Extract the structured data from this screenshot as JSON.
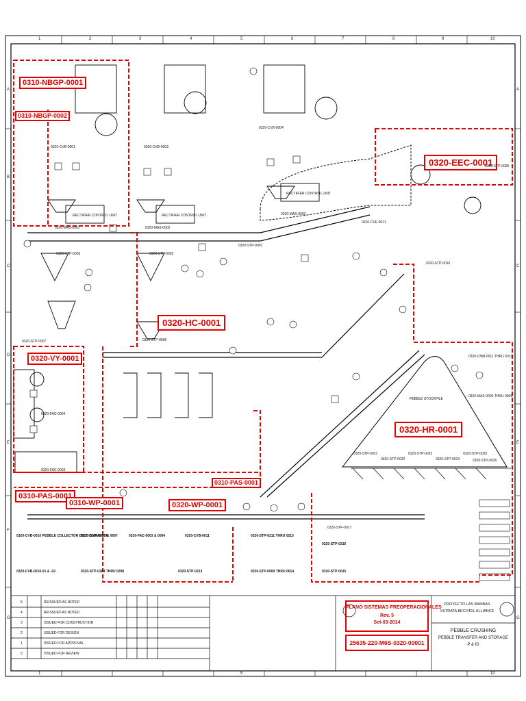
{
  "columns": [
    "1",
    "2",
    "3",
    "4",
    "5",
    "6",
    "7",
    "8",
    "9",
    "10"
  ],
  "rows": [
    "A",
    "B",
    "C",
    "D",
    "E",
    "F",
    "G"
  ],
  "tags": [
    {
      "id": "nbgp1",
      "text": "0310-NBGP-0001"
    },
    {
      "id": "nbgp2",
      "text": "0310-NBGP-0002"
    },
    {
      "id": "eec",
      "text": "0320-EEC-0001"
    },
    {
      "id": "hc",
      "text": "0320-HC-0001"
    },
    {
      "id": "vy",
      "text": "0320-VY-0001"
    },
    {
      "id": "hr",
      "text": "0320-HR-0001"
    },
    {
      "id": "pas1",
      "text": "0310-PAS-0001"
    },
    {
      "id": "pas2",
      "text": "0310-PAS-0001"
    },
    {
      "id": "wp1",
      "text": "0310-WP-0001"
    },
    {
      "id": "wp2",
      "text": "0320-WP-0001"
    }
  ],
  "labels": {
    "cvb1": "0320-CVB-0001",
    "cvb3": "0320-CVB-0003",
    "cvb4": "0320-CVB-0004",
    "rectifier1": "RECTIFIER CONTROL UNIT",
    "rectifier2": "RECTIFIER CONTROL UNIT",
    "rectifier3": "RECTIFIER CONTROL UNIT",
    "mas1": "0320-MAS-0001",
    "mas2": "0320-MAS-0002",
    "mas3": "0320-MAS-0003",
    "stp3": "0320-STP-0003",
    "stp2": "0320-STP-0002",
    "stp1": "0320-STP-0001",
    "stp7": "0320-STP-0007",
    "stp6": "0320-STP-0006",
    "stp5": "0320-STP-0005",
    "stp16": "0320-STP-0016",
    "stp17": "0320-STP-0017",
    "cve": "0320-CVE-0011",
    "fac4": "0320-FAC-0004",
    "fac3": "0320-FAC-0003",
    "pebble_pile": "PEBBLE STOCKPILE",
    "cnm_range": "0320-CNM-0011 THRU 0013",
    "mas_range": "0320-MAS-0006 THRU 0008",
    "pile_feeders": [
      "0320-STP-0021",
      "0320-STP-0022",
      "0320-STP-0023",
      "0320-STP-0024",
      "0320-STP-0025",
      "0320-STP-0026"
    ],
    "bottom_equipment": [
      "0320-CVB-0010 PEBBLE COLLECTOR BELT CONVEYOR",
      "0320-SLW-0006 & 0007",
      "0320-FAC-0003 & 0004",
      "0320-CVB-0011",
      "0320-STP-0211 THRU 0215",
      "0320-STP-0216"
    ],
    "bottom_equipment2": [
      "0320-CVB-0010-01 & -02",
      "0320-STP-0204 THRU 0208",
      "0320-STP-0213",
      "0320-STP-0009 THRU 0014",
      "0320-STP-0015"
    ]
  },
  "title_block": {
    "status_title": "PLANO SISTEMAS PREOPERACIONALES",
    "rev": "Rev. 5",
    "date": "Set-03-2014",
    "drawing_no": "25635-220-M6S-0320-00001",
    "project": "PROYECTO LAS BAMBAS",
    "company": "XSTRATA BECHTEL ALLIANCE",
    "title": "PEBBLE CRUSHING",
    "subtitle": "PEBBLE TRANSFER AND STORAGE",
    "sheet": "P & ID"
  },
  "revisions": [
    {
      "rev": "5",
      "desc": "REISSUED AS NOTED"
    },
    {
      "rev": "4",
      "desc": "REISSUED AS NOTED"
    },
    {
      "rev": "3",
      "desc": "ISSUED FOR CONSTRUCTION"
    },
    {
      "rev": "2",
      "desc": "ISSUED FOR DESIGN"
    },
    {
      "rev": "1",
      "desc": "ISSUED FOR APPROVAL"
    },
    {
      "rev": "0",
      "desc": "ISSUED FOR REVIEW"
    }
  ]
}
